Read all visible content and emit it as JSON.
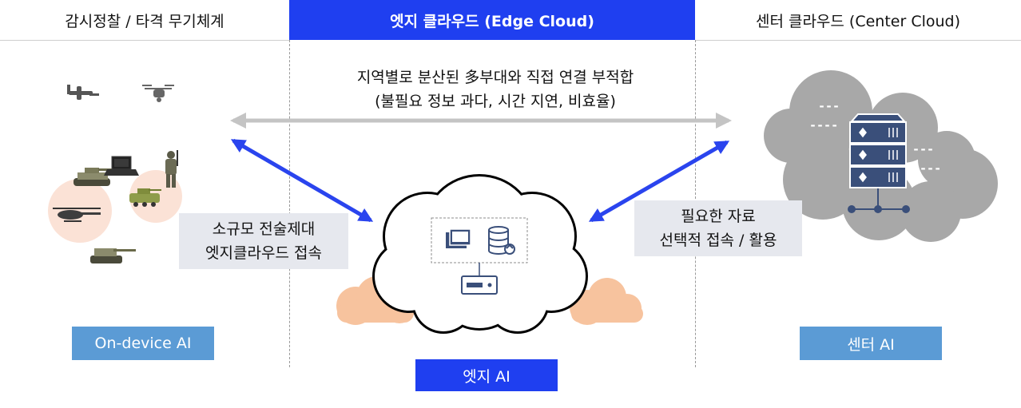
{
  "headers": {
    "left": "감시정찰 / 타격 무기체계",
    "center": "엣지 클라우드 (Edge Cloud)",
    "right": "센터 클라우드 (Center Cloud)"
  },
  "top_note": {
    "line1": "지역별로 분산된 多부대와 직접 연결 부적합",
    "line2": "(불필요 정보 과다, 시간 지연, 비효율)"
  },
  "left_label": {
    "line1": "소규모 전술제대",
    "line2": "엣지클라우드 접속"
  },
  "right_label": {
    "line1": "필요한 자료",
    "line2": "선택적 접속 / 활용"
  },
  "badges": {
    "on_device": "On-device AI",
    "edge": "엣지 AI",
    "center": "센터 AI"
  },
  "server_dashes": {
    "l1": "---",
    "l2": "----",
    "r1": "---",
    "r2": "----"
  },
  "colors": {
    "header_blue": "#1f3ff0",
    "arrow_blue": "#2a44ee",
    "arrow_gray": "#c4c4c4",
    "badge_light_blue": "#5b9bd5",
    "badge_blue": "#1f3ff0",
    "orange_cloud": "#f6b98e",
    "gray_cloud": "#a8a8a8",
    "icon_navy": "#3a4f7a"
  },
  "icons": [
    "drone-icon",
    "quadcopter-icon",
    "tank-icon",
    "laptop-icon",
    "soldier-icon",
    "armored-vehicle-icon",
    "helicopter-icon",
    "artillery-icon",
    "monitor-icon",
    "database-sync-icon",
    "router-icon",
    "server-rack-icon",
    "network-bus-icon"
  ]
}
